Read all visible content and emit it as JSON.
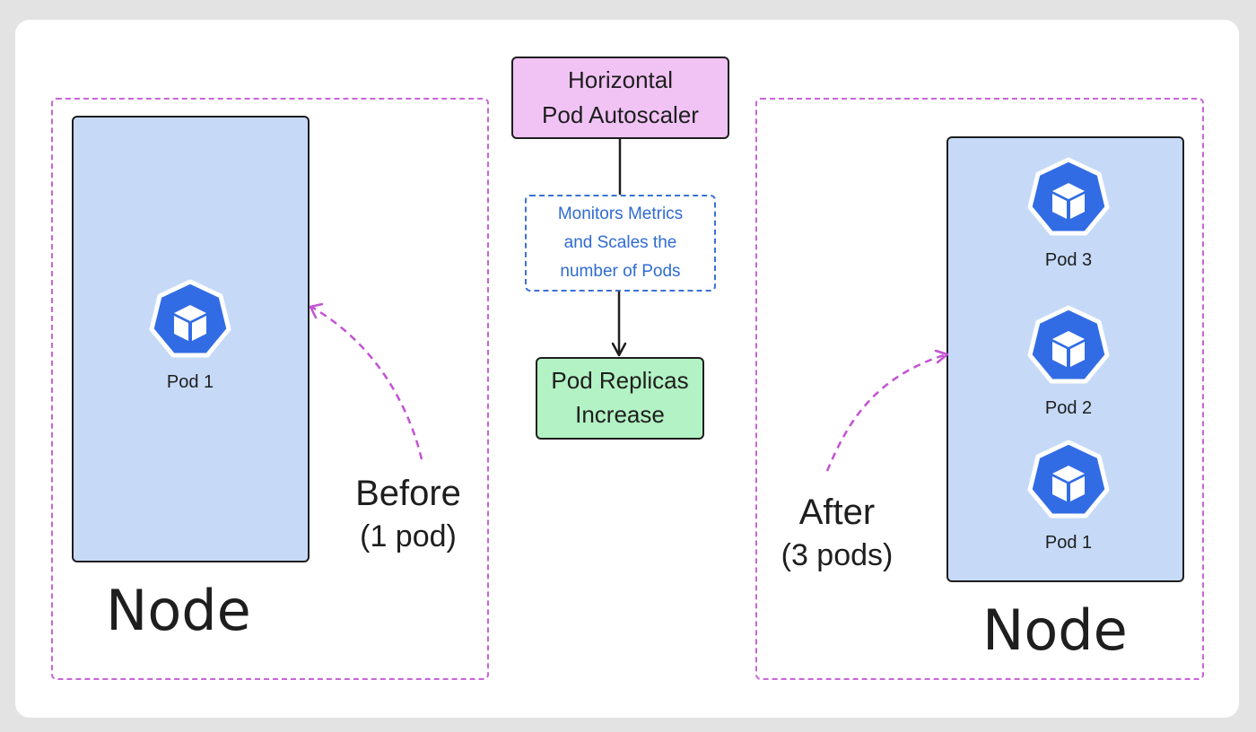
{
  "hpa": {
    "line1": "Horizontal",
    "line2": "Pod Autoscaler"
  },
  "monitor": {
    "line1": "Monitors Metrics",
    "line2": "and Scales the",
    "line3": "number of Pods"
  },
  "replicas": {
    "line1": "Pod Replicas",
    "line2": "Increase"
  },
  "before": {
    "caption_line1": "Before",
    "caption_line2": "(1 pod)",
    "node_label": "Node",
    "pods": [
      "Pod 1"
    ]
  },
  "after": {
    "caption_line1": "After",
    "caption_line2": "(3 pods)",
    "node_label": "Node",
    "pods": [
      "Pod 3",
      "Pod 2",
      "Pod 1"
    ]
  },
  "colors": {
    "region_border": "#c766d6",
    "node_fill": "#c6daf8",
    "pod_icon": "#326ce5",
    "hpa_fill": "#f1c3f5",
    "monitor_text": "#2f6bd1",
    "replicas_fill": "#b3f2c4"
  },
  "icons": {
    "pod": "kubernetes-pod-icon"
  }
}
